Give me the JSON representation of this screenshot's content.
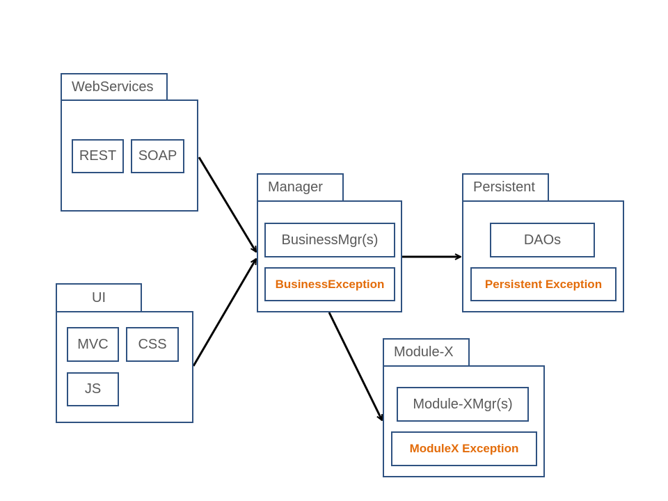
{
  "groups": {
    "webservices": {
      "title": "WebServices",
      "items": [
        "REST",
        "SOAP"
      ]
    },
    "ui": {
      "title": "UI",
      "items": [
        "MVC",
        "CSS",
        "JS"
      ]
    },
    "manager": {
      "title": "Manager",
      "component": "BusinessMgr(s)",
      "exception": "BusinessException"
    },
    "persistent": {
      "title": "Persistent",
      "component": "DAOs",
      "exception": "Persistent Exception"
    },
    "modulex": {
      "title": "Module-X",
      "component": "Module-XMgr(s)",
      "exception": "ModuleX Exception"
    }
  },
  "colors": {
    "border": "#2f5281",
    "text": "#595959",
    "exception": "#e36c0a",
    "arrow": "#000000"
  }
}
